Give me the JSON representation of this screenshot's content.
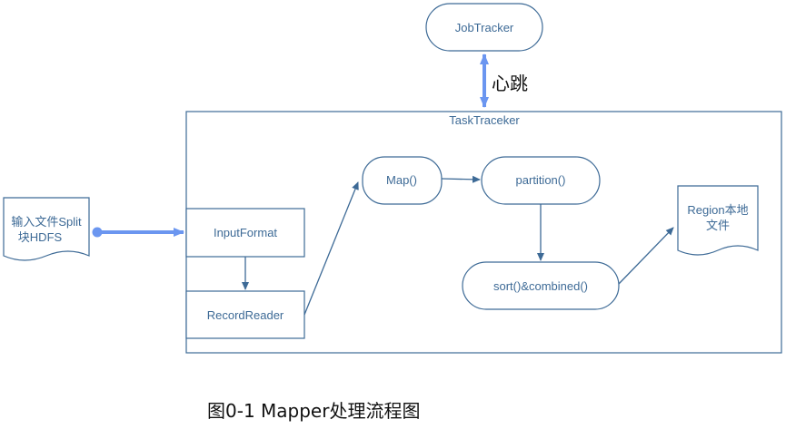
{
  "colors": {
    "stroke": "#3d6a96",
    "text": "#3d6a96",
    "accent": "#6b96f0",
    "caption": "#111111"
  },
  "nodes": {
    "jobtracker": "JobTracker",
    "heartbeat": "心跳",
    "tasktracker": "TaskTraceker",
    "input_doc_line1": "输入文件Split",
    "input_doc_line2": "块HDFS",
    "inputformat": "InputFormat",
    "recordreader": "RecordReader",
    "map": "Map()",
    "partition": "partition()",
    "sort_combined": "sort()&combined()",
    "region_line1": "Region本地",
    "region_line2": "文件"
  },
  "caption": "图0-1 Mapper处理流程图"
}
